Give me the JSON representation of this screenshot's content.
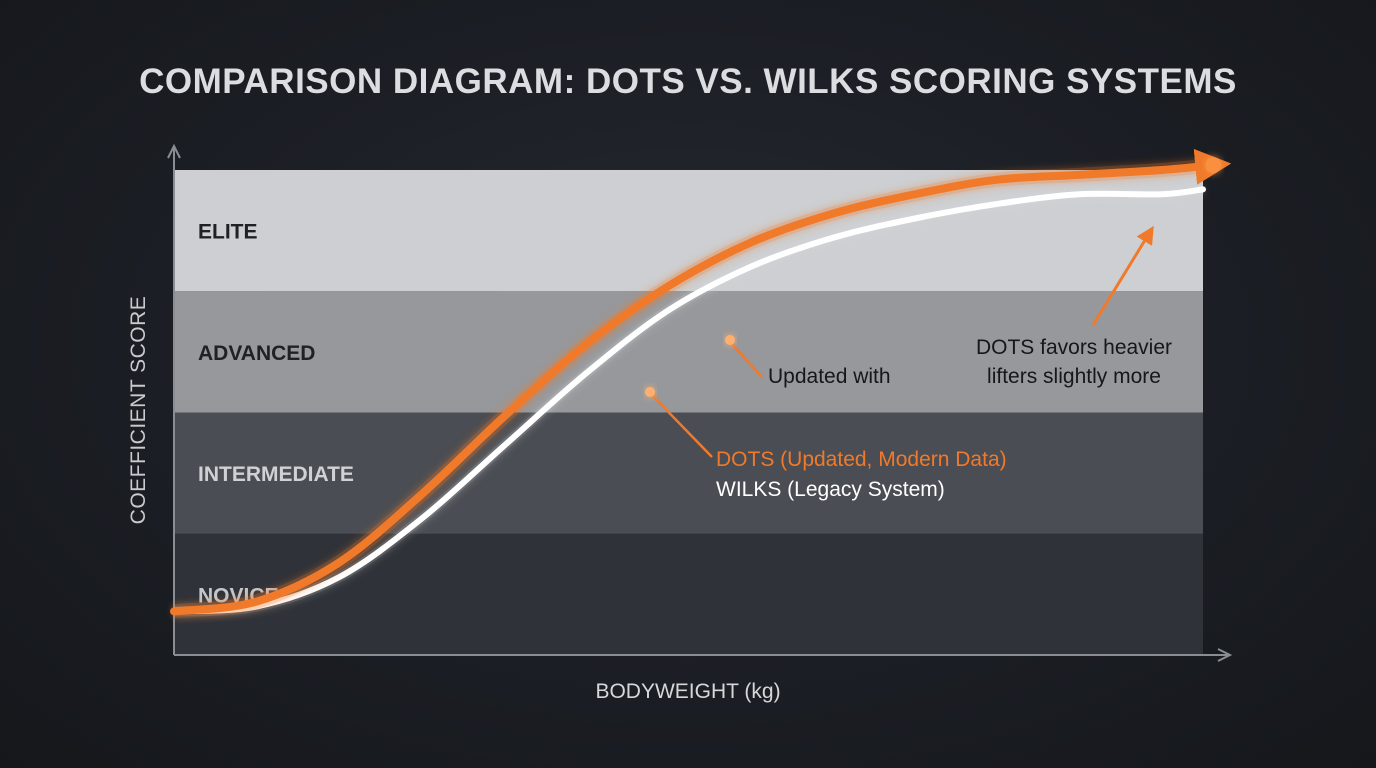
{
  "title": "COMPARISON DIAGRAM: DOTS VS. WILKS SCORING SYSTEMS",
  "chart_data": {
    "type": "line",
    "xlabel": "BODYWEIGHT (kg)",
    "ylabel": "COEFFICIENT SCORE",
    "bands": [
      {
        "label": "NOVICE",
        "color": "#2f3238",
        "text_color": "#c4c6ca"
      },
      {
        "label": "INTERMEDIATE",
        "color": "#4a4d53",
        "text_color": "#cfd1d4"
      },
      {
        "label": "ADVANCED",
        "color": "#96989c",
        "text_color": "#1f2125"
      },
      {
        "label": "ELITE",
        "color": "#cdcfd2",
        "text_color": "#1f2125"
      }
    ],
    "series": [
      {
        "name": "DOTS (Updated, Modern Data)",
        "color": "#f07a2a",
        "x": [
          0,
          0.08,
          0.16,
          0.24,
          0.32,
          0.4,
          0.48,
          0.56,
          0.64,
          0.72,
          0.8,
          0.88,
          0.96,
          1.01
        ],
        "y": [
          0.09,
          0.11,
          0.19,
          0.33,
          0.49,
          0.64,
          0.76,
          0.85,
          0.91,
          0.95,
          0.98,
          0.99,
          1.0,
          1.01
        ]
      },
      {
        "name": "WILKS (Legacy System)",
        "color": "#ffffff",
        "x": [
          0,
          0.08,
          0.16,
          0.24,
          0.32,
          0.4,
          0.48,
          0.56,
          0.64,
          0.72,
          0.8,
          0.88,
          0.96,
          1.0
        ],
        "y": [
          0.09,
          0.1,
          0.16,
          0.28,
          0.43,
          0.58,
          0.71,
          0.8,
          0.86,
          0.9,
          0.93,
          0.95,
          0.95,
          0.96
        ]
      }
    ],
    "legend": [
      {
        "text": "DOTS (Updated, Modern Data)",
        "color": "#f07a2a"
      },
      {
        "text": "WILKS (Legacy System)",
        "color": "#ffffff"
      }
    ],
    "annotations": [
      {
        "lines": [
          "Updated with"
        ],
        "color": "#15171b"
      },
      {
        "lines": [
          "DOTS favors heavier",
          "lifters slightly more"
        ],
        "color": "#15171b"
      }
    ]
  }
}
